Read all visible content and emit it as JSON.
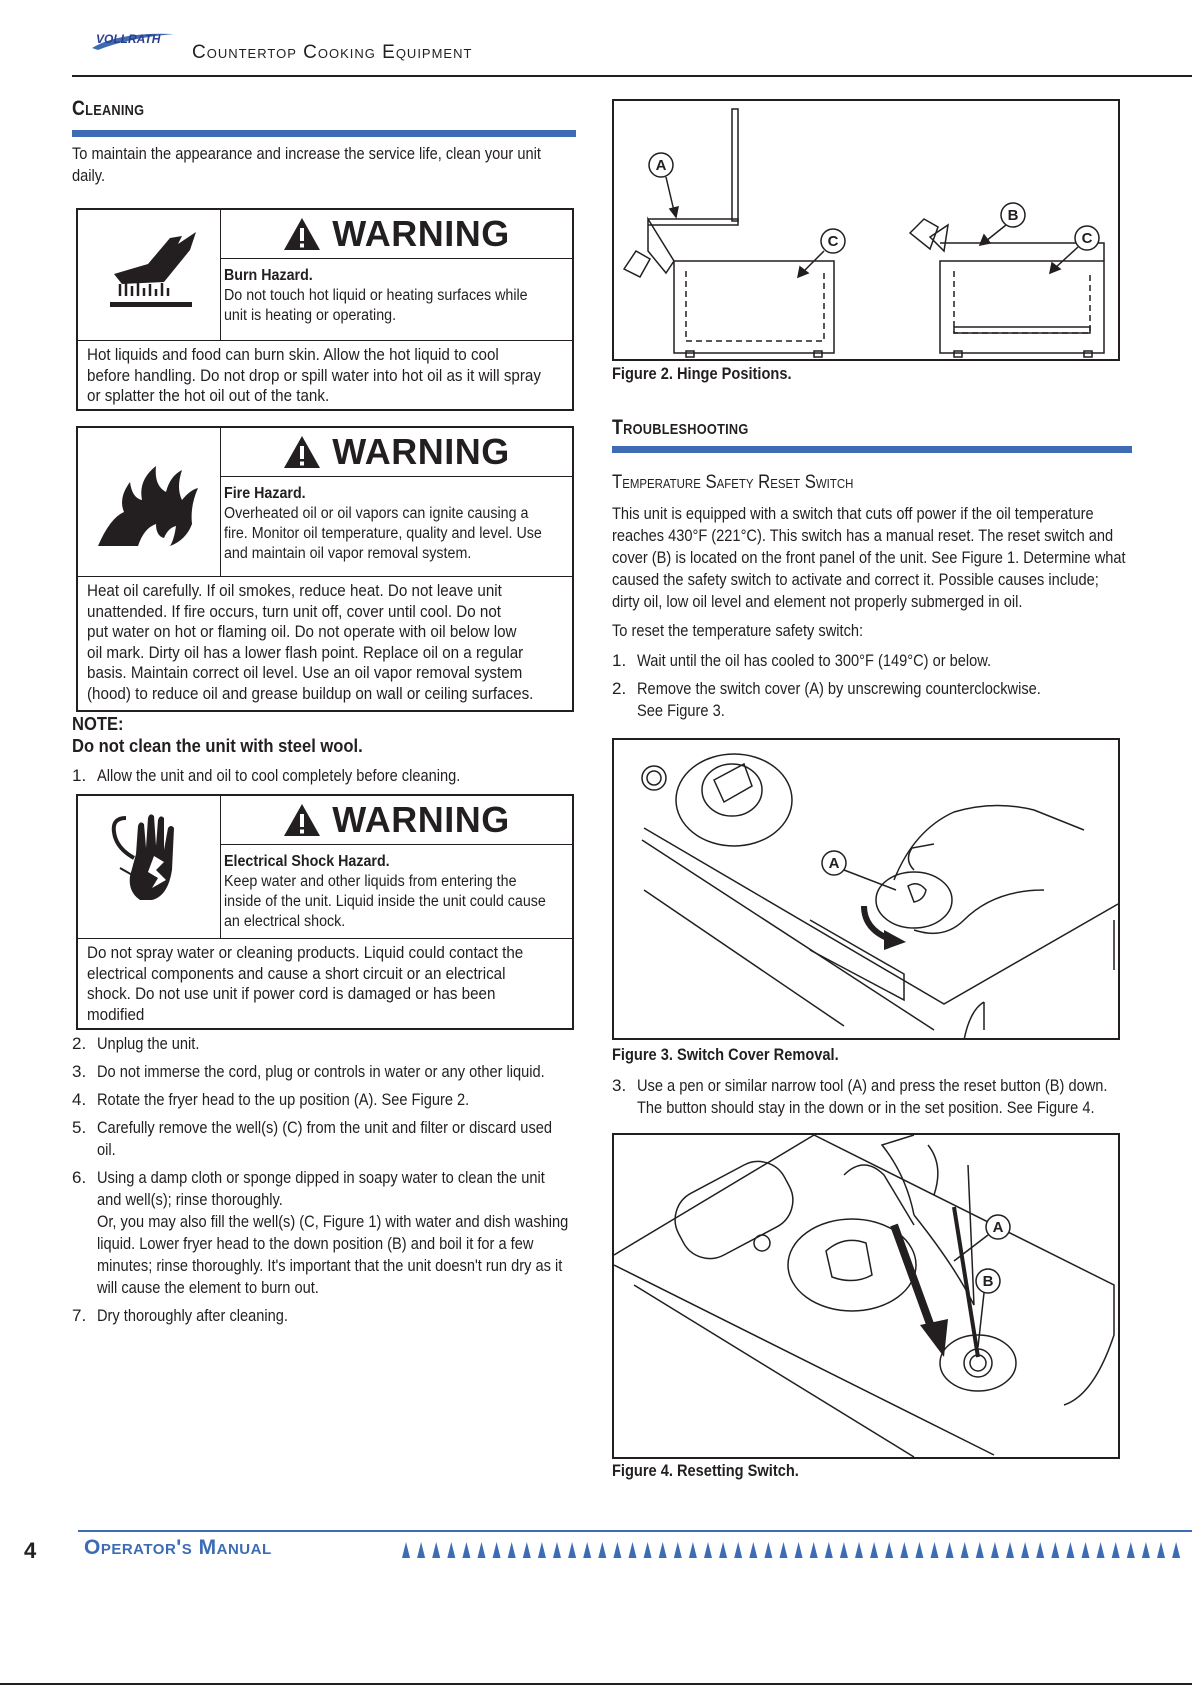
{
  "header": {
    "logo_text": "VOLLRATH",
    "title": "Countertop Cooking Equipment"
  },
  "cleaning": {
    "heading": "Cleaning",
    "intro": [
      "To maintain the appearance and increase the service life, clean your unit",
      "daily."
    ],
    "warnings": [
      {
        "label": "WARNING",
        "hazard_title": "Burn Hazard.",
        "hazard_lines": [
          "Do not touch hot liquid or heating surfaces while",
          "unit is heating or operating."
        ],
        "body_lines": [
          "Hot liquids and food can burn skin. Allow the hot liquid to cool",
          "before handling. Do not drop or spill water into hot oil as it will spray",
          "or splatter the hot oil out of the tank."
        ],
        "icon": "burn-hazard-icon"
      },
      {
        "label": "WARNING",
        "hazard_title": "Fire Hazard.",
        "hazard_lines": [
          "Overheated oil or oil vapors can ignite causing a",
          "fire. Monitor oil temperature, quality and level. Use",
          "and maintain oil vapor removal system."
        ],
        "body_lines": [
          "Heat oil carefully. If oil smokes, reduce heat. Do not leave unit",
          "unattended. If fire occurs, turn unit off, cover until cool. Do not",
          "put water on hot or flaming oil. Do not operate with oil below low",
          "oil mark. Dirty oil has a lower flash point. Replace oil on a regular",
          "basis. Maintain correct oil level. Use an oil vapor removal system",
          "(hood) to reduce oil and grease buildup on wall or ceiling surfaces."
        ],
        "icon": "fire-hazard-icon"
      },
      {
        "label": "WARNING",
        "hazard_title": "Electrical Shock Hazard.",
        "hazard_lines": [
          "Keep water and other liquids from entering the",
          "inside of the unit. Liquid inside the unit could cause",
          "an electrical shock."
        ],
        "body_lines": [
          "Do not spray water or cleaning products. Liquid could contact the",
          "electrical components and cause a short circuit or an electrical",
          "shock. Do not use unit if power cord is damaged or has been",
          "modified"
        ],
        "icon": "electrical-shock-icon"
      }
    ],
    "note_label": "NOTE:",
    "note_text": "Do not clean the unit with steel wool.",
    "step1": {
      "n": "1.",
      "text": "Allow the unit and oil to cool completely before cleaning."
    },
    "steps": [
      {
        "n": "2.",
        "lines": [
          "Unplug the unit."
        ]
      },
      {
        "n": "3.",
        "lines": [
          "Do not immerse the cord, plug or controls in water or any other liquid."
        ]
      },
      {
        "n": "4.",
        "lines": [
          "Rotate the fryer head to the up position (A). See Figure 2."
        ]
      },
      {
        "n": "5.",
        "lines": [
          "Carefully remove the well(s) (C) from the unit and filter or discard used",
          "oil."
        ]
      },
      {
        "n": "6.",
        "lines": [
          "Using a damp cloth or sponge dipped in soapy water to clean the unit",
          "and well(s); rinse thoroughly.",
          "Or, you may also fill the well(s) (C, Figure 1) with water and dish washing",
          "liquid. Lower fryer head to the down position (B) and boil it for a few",
          "minutes; rinse thoroughly. It's important that the unit doesn't run dry as it",
          "will cause the element to burn out."
        ]
      },
      {
        "n": "7.",
        "lines": [
          "Dry thoroughly after cleaning."
        ]
      }
    ]
  },
  "figure2": {
    "caption": "Figure 2. Hinge Positions.",
    "labels": [
      "A",
      "B",
      "C",
      "C"
    ]
  },
  "troubleshooting": {
    "heading": "Troubleshooting",
    "subheading": "Temperature Safety Reset Switch",
    "para_lines": [
      "This unit is equipped with a switch that cuts off power if the oil temperature",
      "reaches 430°F (221°C). This switch has a manual reset. The reset switch and",
      "cover (B) is located on the front panel of the unit. See Figure 1. Determine what",
      "caused the safety switch to activate and correct it. Possible causes include;",
      "dirty oil, low oil level and element not properly submerged in oil."
    ],
    "reset_intro": "To reset the temperature safety switch:",
    "steps": [
      {
        "n": "1.",
        "lines": [
          "Wait until the oil has cooled to 300°F (149°C) or below."
        ]
      },
      {
        "n": "2.",
        "lines": [
          "Remove the switch cover (A) by unscrewing counterclockwise.",
          "See Figure 3."
        ]
      }
    ],
    "step3": {
      "n": "3.",
      "lines": [
        "Use a pen or similar narrow tool (A) and press the reset button (B) down.",
        "The button should stay in the down or in the set position. See Figure 4."
      ]
    }
  },
  "figure3": {
    "caption": "Figure 3. Switch Cover Removal.",
    "labels": [
      "A"
    ]
  },
  "figure4": {
    "caption": "Figure 4. Resetting Switch.",
    "labels": [
      "A",
      "B"
    ]
  },
  "footer": {
    "page_number": "4",
    "title": "Operator's Manual"
  },
  "colors": {
    "accent": "#3d6cb5",
    "text": "#231f20"
  }
}
